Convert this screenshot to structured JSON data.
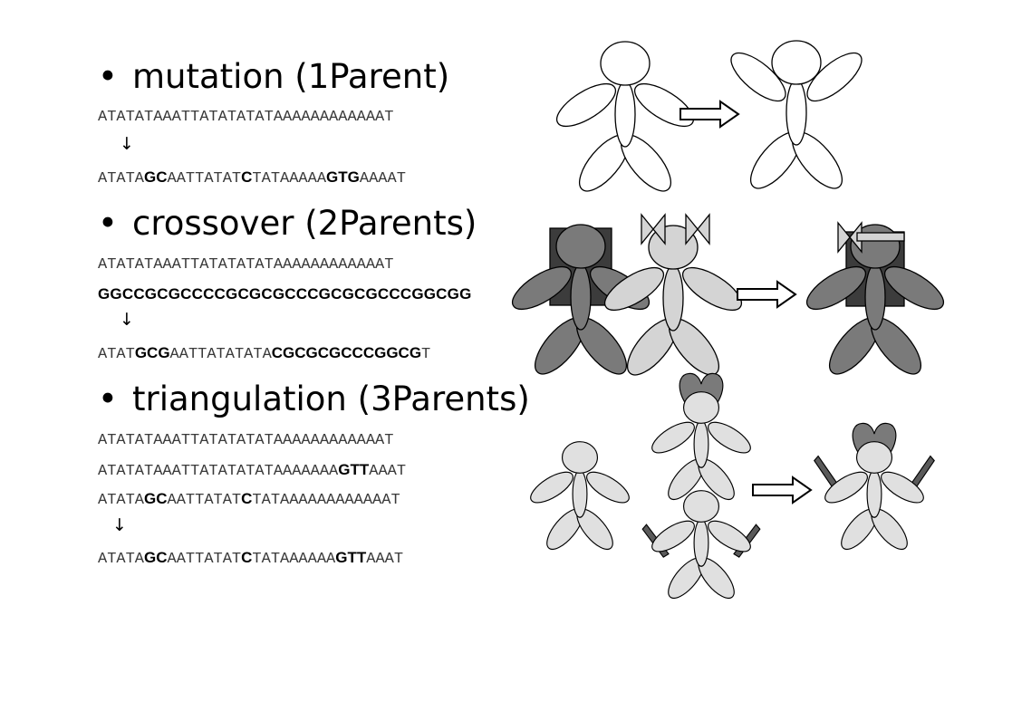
{
  "sections": {
    "mutation": {
      "heading": "mutation (1Parent)",
      "parent": "ATATATAAATTATATATATAAAAAAAAAAAAT",
      "arrow": "↓",
      "child": [
        {
          "t": "ATATA",
          "b": false
        },
        {
          "t": "GC",
          "b": true
        },
        {
          "t": "AATTATAT",
          "b": false
        },
        {
          "t": "C",
          "b": true
        },
        {
          "t": "TATAAAAA",
          "b": false
        },
        {
          "t": "GTG",
          "b": true
        },
        {
          "t": "AAAAT",
          "b": false
        }
      ]
    },
    "crossover": {
      "heading": "crossover (2Parents)",
      "parent1": "ATATATAAATTATATATATAAAAAAAAAAAAT",
      "parent2": "GGCCGCGCCCCGCGCGCCCGCGCGCCCGGCGG",
      "arrow": "↓",
      "child": [
        {
          "t": "ATAT",
          "b": false
        },
        {
          "t": "GCG",
          "b": true
        },
        {
          "t": "AATTATATATA",
          "b": false
        },
        {
          "t": "CGCGCGCCCGGCG",
          "b": true
        },
        {
          "t": "T",
          "b": false
        }
      ]
    },
    "triangulation": {
      "heading": "triangulation (3Parents)",
      "parent1": "ATATATAAATTATATATATAAAAAAAAAAAAT",
      "parent2": [
        {
          "t": "ATATATAAATTATATATATAAAAAAA",
          "b": false
        },
        {
          "t": "GTT",
          "b": true
        },
        {
          "t": "AAAT",
          "b": false
        }
      ],
      "parent3": [
        {
          "t": "ATATA",
          "b": false
        },
        {
          "t": "GC",
          "b": true
        },
        {
          "t": "AATTATAT",
          "b": false
        },
        {
          "t": "C",
          "b": true
        },
        {
          "t": "TATAAAAAAAAAAAAT",
          "b": false
        }
      ],
      "arrow": "↓",
      "child": [
        {
          "t": "ATATA",
          "b": false
        },
        {
          "t": "GC",
          "b": true
        },
        {
          "t": "AATTATAT",
          "b": false
        },
        {
          "t": "C",
          "b": true
        },
        {
          "t": "TATAAAAAA",
          "b": false
        },
        {
          "t": "GTT",
          "b": true
        },
        {
          "t": "AAAT",
          "b": false
        }
      ]
    }
  },
  "colors": {
    "outline": "#000000",
    "white_body": "#ffffff",
    "dark_gray": "#7a7a7a",
    "darker_cape": "#3c3c3c",
    "light_gray": "#d4d4d4",
    "sword": "#5a5a5a"
  }
}
